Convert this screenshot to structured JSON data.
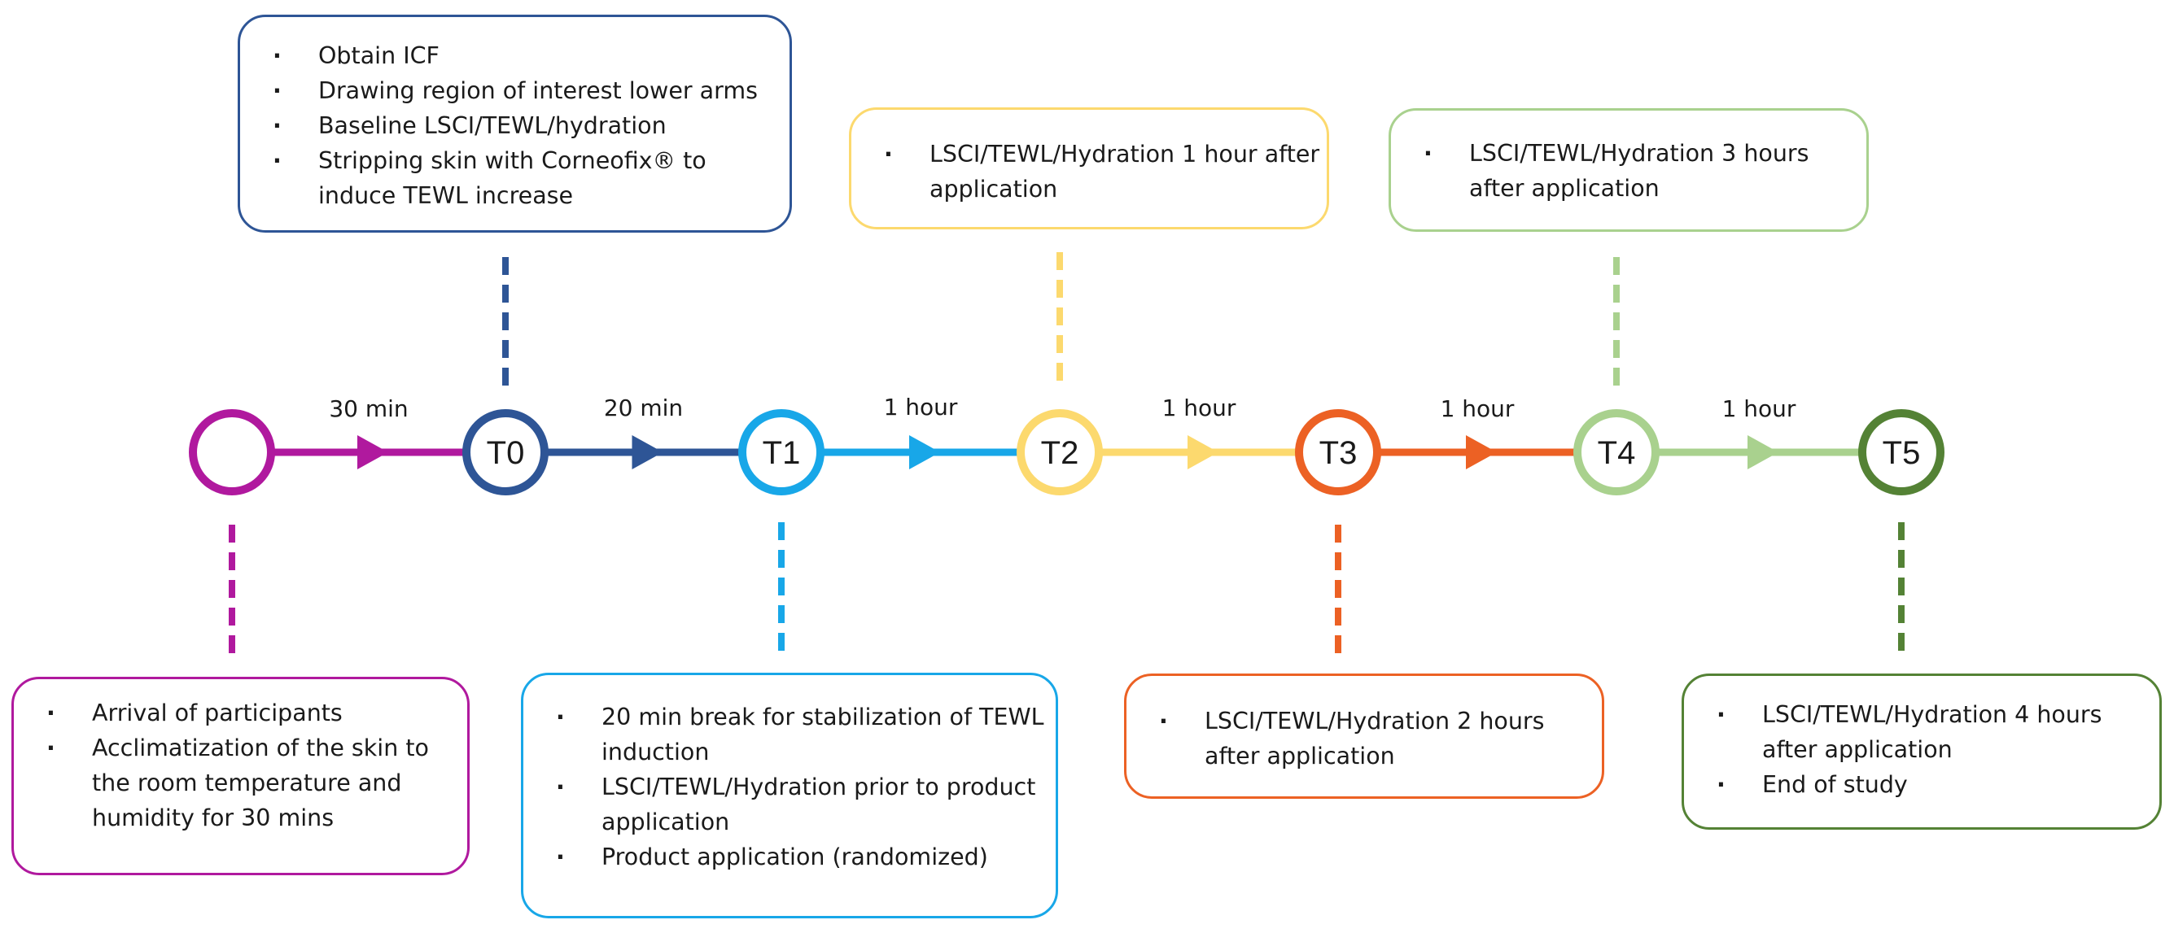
{
  "colors": {
    "start": "#b0199e",
    "T0": "#2e5596",
    "T1": "#18a7e8",
    "T2": "#fcd96e",
    "T3": "#ec6124",
    "T4": "#a9d18e",
    "T5": "#548235"
  },
  "nodes": [
    {
      "id": "start",
      "label": ""
    },
    {
      "id": "T0",
      "label": "T0"
    },
    {
      "id": "T1",
      "label": "T1"
    },
    {
      "id": "T2",
      "label": "T2"
    },
    {
      "id": "T3",
      "label": "T3"
    },
    {
      "id": "T4",
      "label": "T4"
    },
    {
      "id": "T5",
      "label": "T5"
    }
  ],
  "durations": [
    "30 min",
    "20 min",
    "1 hour",
    "1 hour",
    "1 hour",
    "1 hour"
  ],
  "boxes": {
    "start": {
      "items": [
        "Arrival of participants",
        "Acclimatization of the skin to the room temperature and humidity for 30 mins"
      ]
    },
    "T0": {
      "items": [
        "Obtain ICF",
        "Drawing region of interest lower arms",
        "Baseline LSCI/TEWL/hydration",
        "Stripping skin with Corneofix® to induce TEWL increase"
      ]
    },
    "T1": {
      "items": [
        "20 min break for stabilization of TEWL induction",
        "LSCI/TEWL/Hydration prior to product application",
        "Product application (randomized)"
      ]
    },
    "T2": {
      "items": [
        "LSCI/TEWL/Hydration 1 hour after application"
      ]
    },
    "T3": {
      "items": [
        "LSCI/TEWL/Hydration 2 hours after application"
      ]
    },
    "T4": {
      "items": [
        "LSCI/TEWL/Hydration 3 hours after application"
      ]
    },
    "T5": {
      "items": [
        "LSCI/TEWL/Hydration 4 hours after application",
        "End of study"
      ]
    }
  }
}
